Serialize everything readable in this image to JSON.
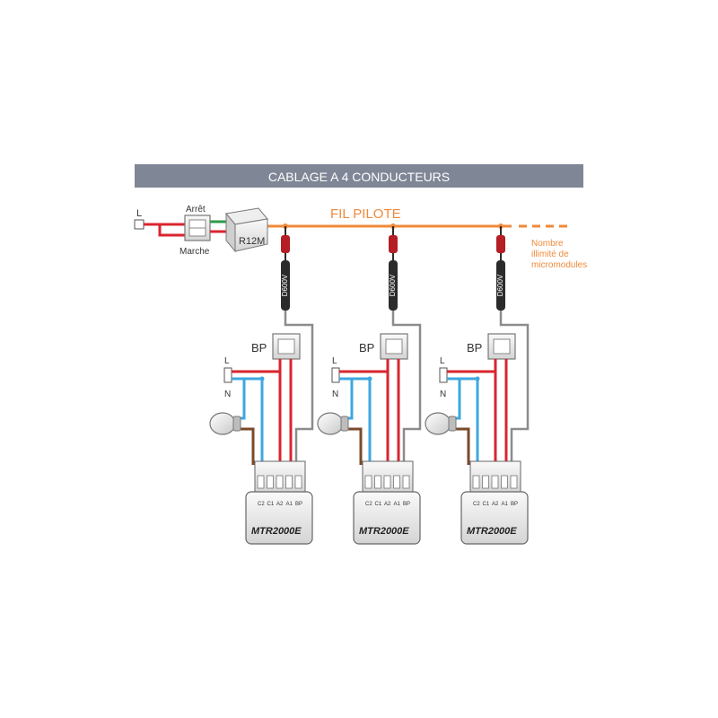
{
  "title": "CABLAGE A 4 CONDUCTEURS",
  "switch": {
    "line_label": "L",
    "off_label": "Arrêt",
    "on_label": "Marche",
    "controller_label": "R12M"
  },
  "pilot_wire": {
    "label": "FIL PILOTE",
    "note_lines": [
      "Nombre",
      "illimité de",
      "micromodules"
    ]
  },
  "modules": [
    {
      "diode_label": "D600V",
      "button_label": "BP",
      "line_label": "L",
      "neutral_label": "N",
      "module_label": "MTR2000E",
      "terminals": [
        "C2",
        "C1",
        "A2",
        "A1",
        "BP"
      ]
    },
    {
      "diode_label": "D600V",
      "button_label": "BP",
      "line_label": "L",
      "neutral_label": "N",
      "module_label": "MTR2000E",
      "terminals": [
        "C2",
        "C1",
        "A2",
        "A1",
        "BP"
      ]
    },
    {
      "diode_label": "D600V",
      "button_label": "BP",
      "line_label": "L",
      "neutral_label": "N",
      "module_label": "MTR2000E",
      "terminals": [
        "C2",
        "C1",
        "A2",
        "A1",
        "BP"
      ]
    }
  ],
  "colors": {
    "title_bar": "#7f8696",
    "title_text": "#ffffff",
    "pilot": "#f08a3a",
    "phase": "#d9252f",
    "neutral": "#3ea7e0",
    "switched": "#7a4a2a",
    "control": "#8c8c8c",
    "earth": "#2e9a48",
    "diode": "#2b2b2b",
    "diode_band": "#b41e24"
  }
}
